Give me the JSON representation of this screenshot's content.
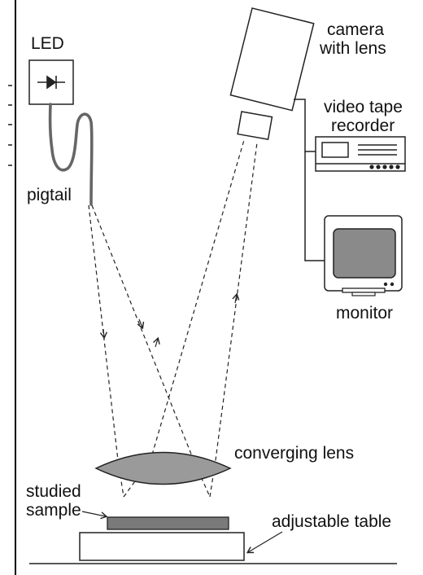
{
  "labels": {
    "led": "LED",
    "pigtail": "pigtail",
    "camera_line1": "camera",
    "camera_line2": "with lens",
    "vtr_line1": "video tape",
    "vtr_line2": "recorder",
    "monitor": "monitor",
    "converging_lens": "converging lens",
    "studied_line1": "studied",
    "studied_line2": "sample",
    "adjustable_table": "adjustable table"
  },
  "colors": {
    "background": "#ffffff",
    "stroke": "#222222",
    "lens_fill": "#9a9a9a",
    "sample_fill": "#7a7a7a",
    "screen_fill": "#8a8a8a",
    "frame_line": "#000000"
  },
  "icons": {
    "led": "diode-symbol-icon",
    "camera": "camera-body-icon",
    "recorder": "video-tape-recorder-icon",
    "monitor": "crt-monitor-icon"
  }
}
